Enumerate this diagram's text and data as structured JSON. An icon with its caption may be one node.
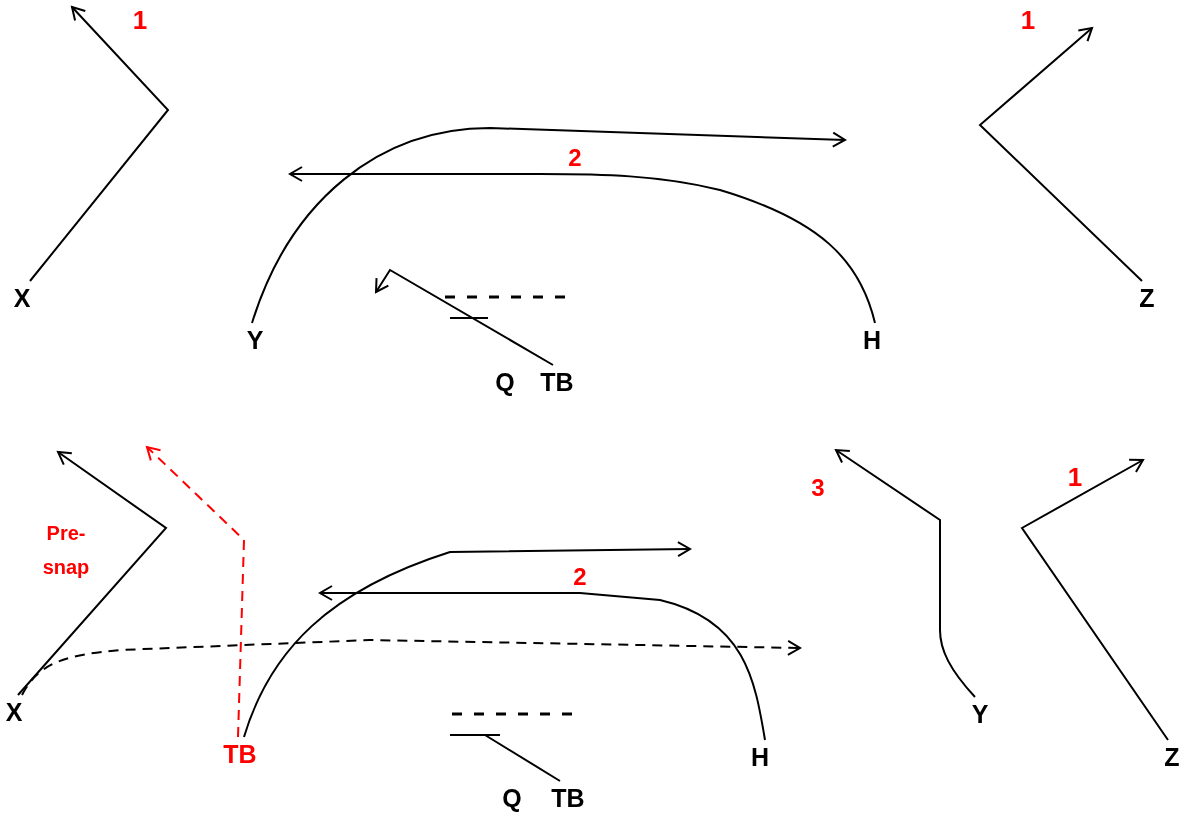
{
  "diagram": {
    "nodes": [
      {
        "text": [
          "X"
        ]
      },
      {
        "text": [
          "Y"
        ]
      },
      {
        "text": [
          "H"
        ]
      },
      {
        "text": [
          "Z"
        ]
      },
      {
        "text": [
          "Q"
        ]
      },
      {
        "text": [
          "TB"
        ]
      },
      {
        "text": [
          "X"
        ]
      },
      {
        "text": [
          "TB"
        ]
      },
      {
        "text": [
          "H"
        ]
      },
      {
        "text": [
          "Y"
        ]
      },
      {
        "text": [
          "Z"
        ]
      },
      {
        "text": [
          "Q"
        ]
      },
      {
        "text": [
          "TB"
        ]
      }
    ],
    "edges": [
      {
        "from": 0,
        "to": null,
        "arrow": "to"
      },
      {
        "from": 1,
        "to": null,
        "arrow": "to"
      },
      {
        "from": 2,
        "to": null,
        "arrow": "to"
      },
      {
        "from": 3,
        "to": null,
        "arrow": "to"
      },
      {
        "from": 5,
        "to": null,
        "arrow": "to"
      },
      {
        "from": 6,
        "to": null,
        "arrow": "to"
      },
      {
        "from": 6,
        "to": null,
        "arrow": "to",
        "style": "dashed"
      },
      {
        "from": 7,
        "to": null,
        "arrow": "to",
        "style": "dashed",
        "color": "#ff0000"
      },
      {
        "from": 7,
        "to": null,
        "arrow": "to"
      },
      {
        "from": 8,
        "to": null,
        "arrow": "to"
      },
      {
        "from": 9,
        "to": null,
        "arrow": "to"
      },
      {
        "from": 10,
        "to": null,
        "arrow": "to"
      },
      {
        "from": 12,
        "to": null,
        "arrow": "other"
      }
    ],
    "labels": [
      "1",
      "1",
      "2",
      "Pre-snap",
      "3",
      "1",
      "2"
    ]
  }
}
